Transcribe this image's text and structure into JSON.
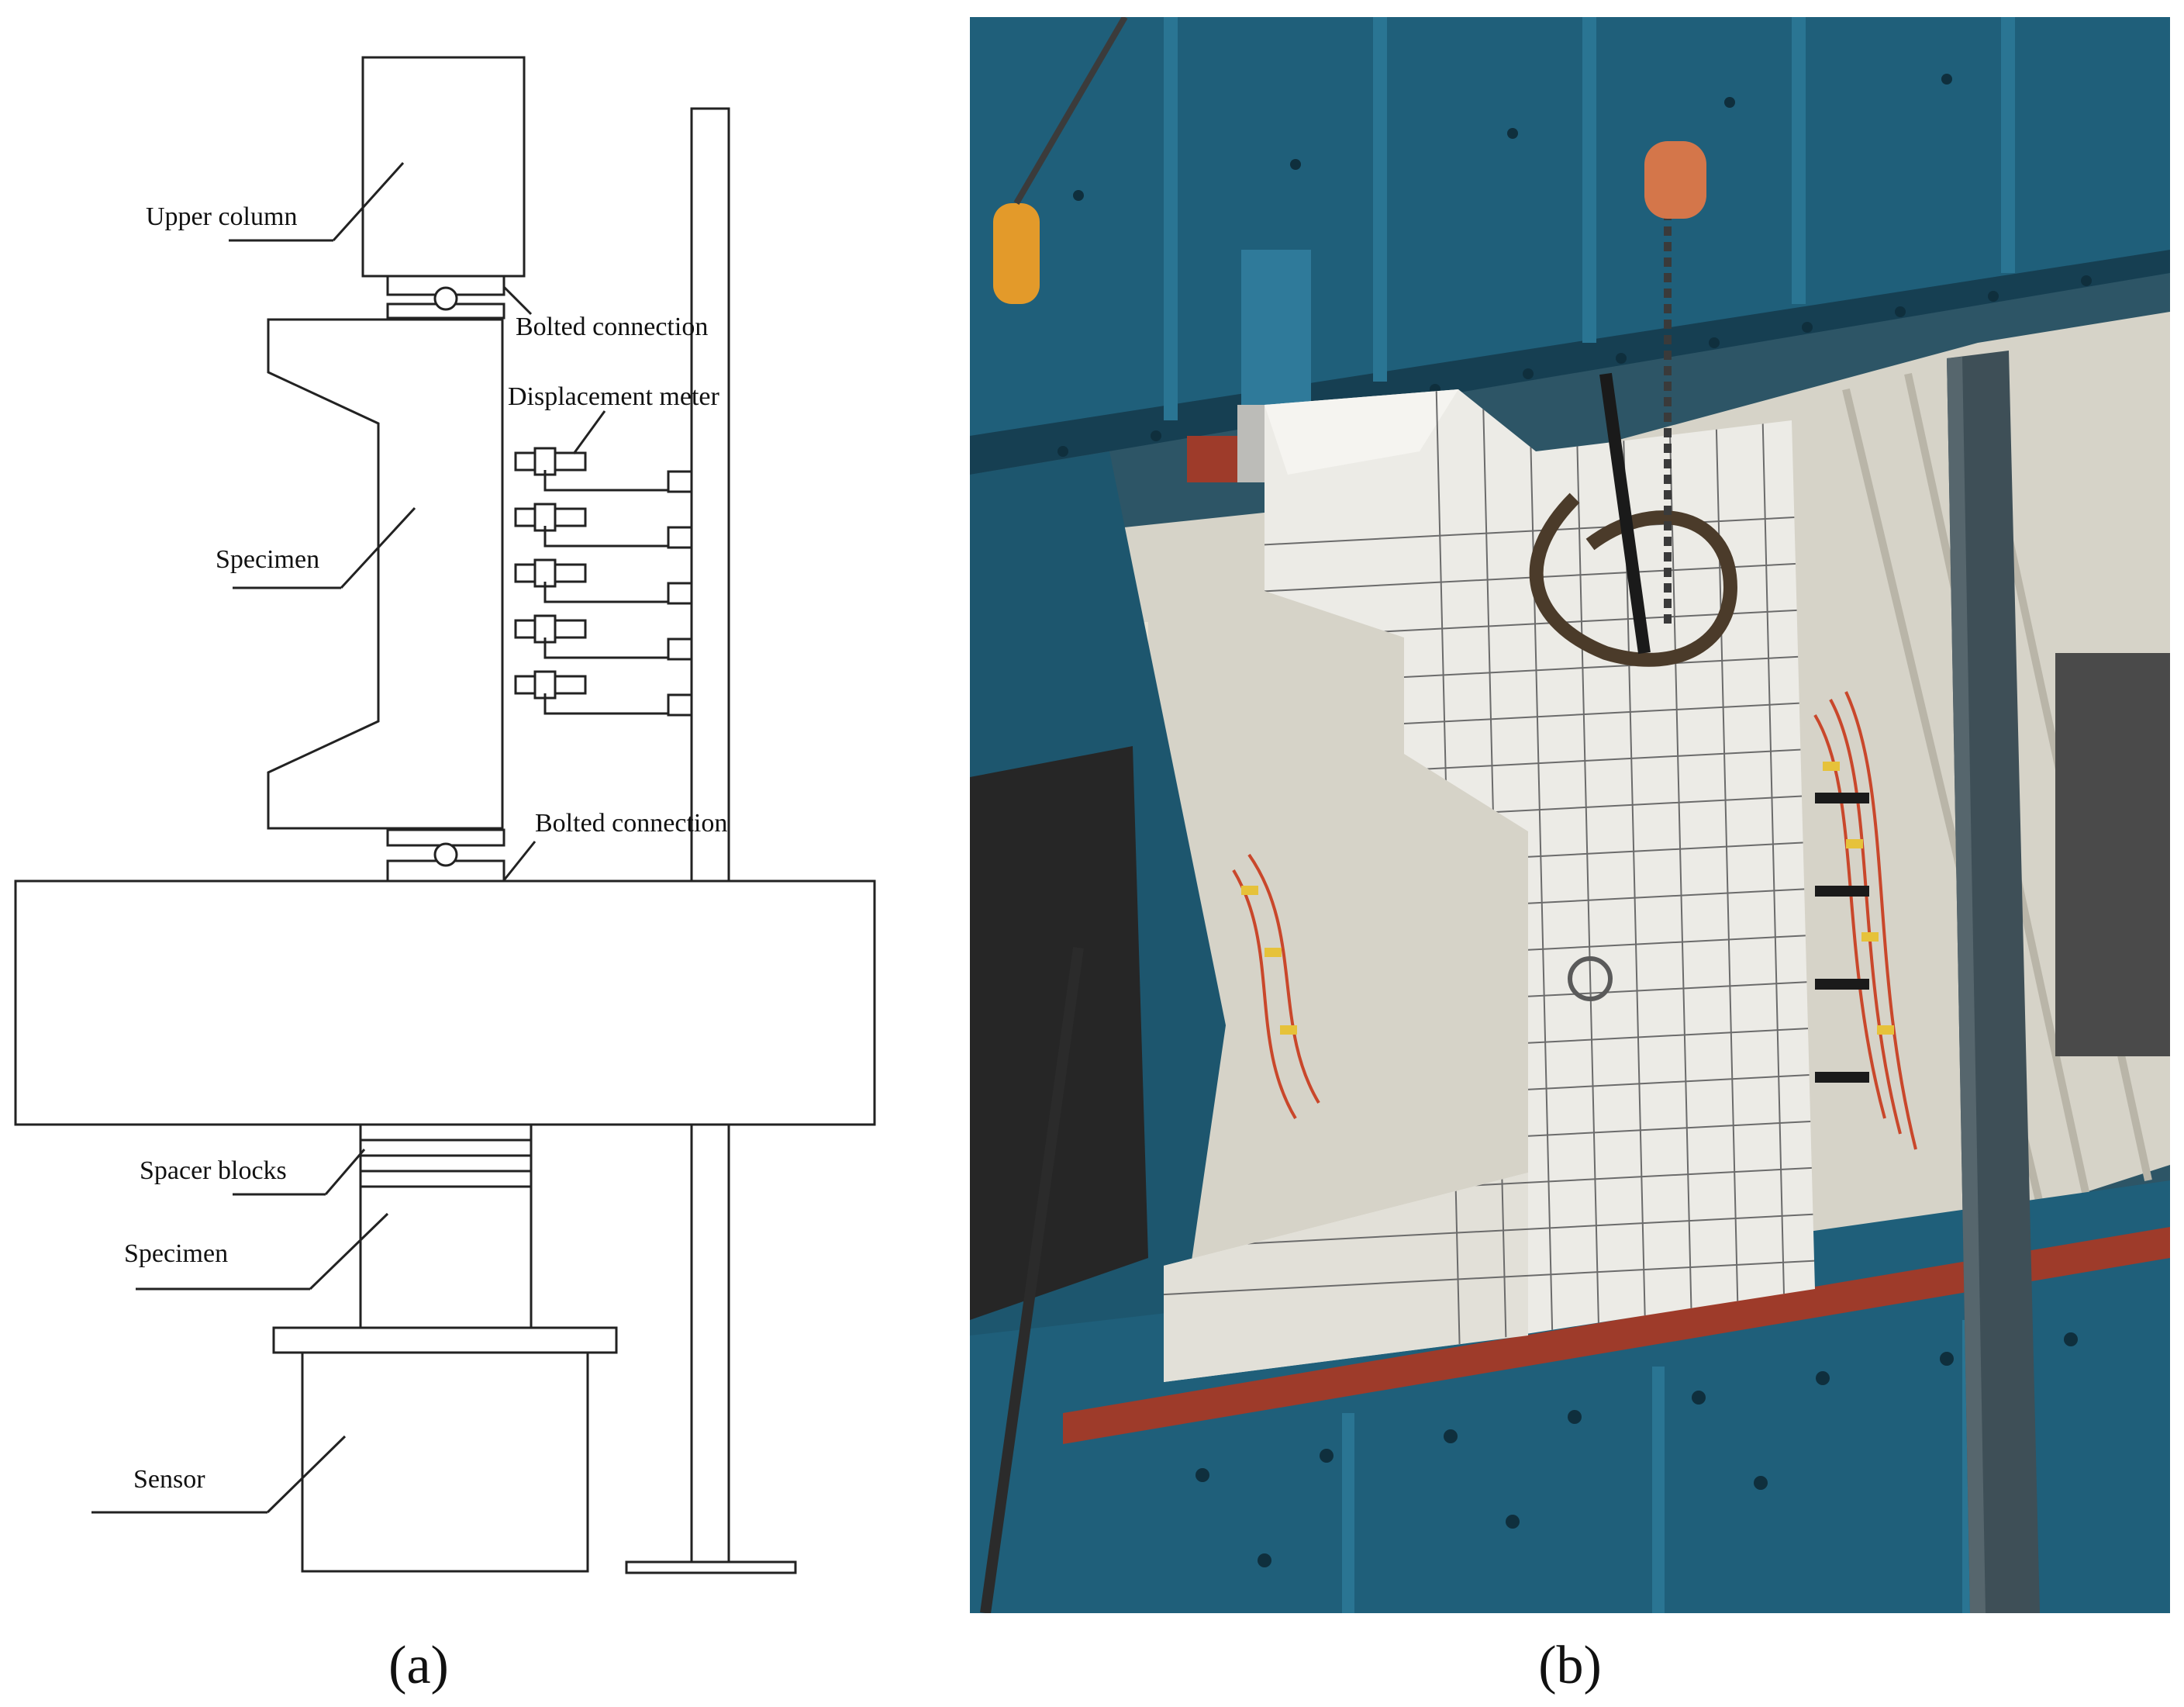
{
  "panel_a": {
    "labels": {
      "upper_column": "Upper column",
      "bolted_connection_top": "Bolted connection",
      "displacement_meter": "Displacement meter",
      "specimen_upper": "Specimen",
      "bolted_connection_bottom": "Bolted connection",
      "spacer_blocks": "Spacer blocks",
      "specimen_lower": "Specimen",
      "sensor": "Sensor"
    },
    "caption": "(a)",
    "displacement_meter_count": 5
  },
  "panel_b": {
    "caption": "(b)",
    "colors": {
      "steel_frame": "#1f5f7a",
      "steel_frame_dark": "#163f52",
      "specimen": "#ecebe6",
      "grid": "#6b6b6b",
      "post": "#3e4f57",
      "roof": "#d9d7cf"
    }
  }
}
